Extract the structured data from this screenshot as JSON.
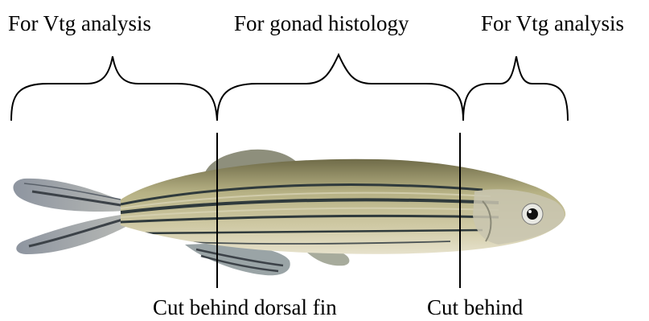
{
  "labels": {
    "top_left": "For Vtg analysis",
    "top_middle": "For gonad histology",
    "top_right": "For Vtg analysis",
    "cut_left": "Cut behind dorsal fin",
    "cut_right": "Cut behind"
  },
  "colors": {
    "ink": "#000000",
    "fish_body": "#b9b487",
    "fish_back": "#7e7a55",
    "fish_belly": "#e2ddc4",
    "stripe": "#2f3a3c",
    "fin": "#9aa0a8"
  }
}
